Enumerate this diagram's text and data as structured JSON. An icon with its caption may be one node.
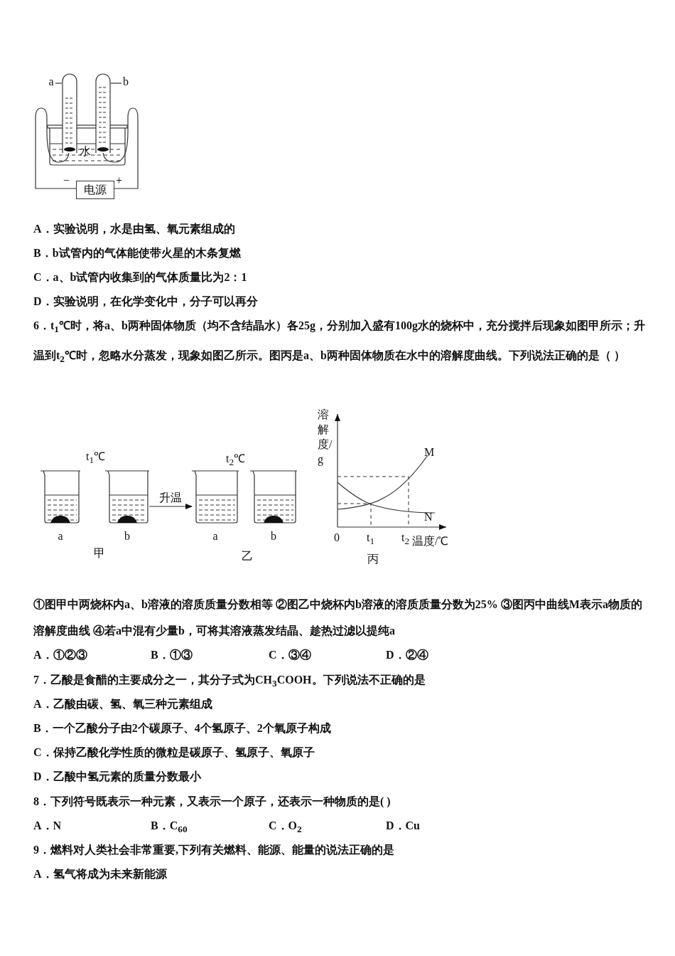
{
  "diagram": {
    "nodes": [
      {
        "text": [
          "a"
        ]
      },
      {
        "text": [],
        "shape": "cylinder"
      },
      {
        "text": [
          "b"
        ]
      },
      {
        "text": [],
        "shape": "cylinder"
      },
      {
        "text": [
          "电源"
        ]
      },
      {
        "text": [
          "a"
        ]
      },
      {
        "text": [
          "b"
        ]
      },
      {
        "text": [
          "a"
        ]
      },
      {
        "text": [
          "b"
        ]
      }
    ],
    "edges": [
      {
        "from": 0,
        "to": 1,
        "arrow": "none"
      },
      {
        "from": 3,
        "to": 2,
        "arrow": "none"
      },
      {
        "from": 6,
        "to": 7,
        "arrow": "to",
        "label": "升温"
      }
    ],
    "labels": [
      "水",
      "−",
      "+",
      "A．实验说明，水是由氢、氧元素组成的",
      "B．b试管内的气体能使带火星的木条复燃",
      "C．a、b试管内收集到的气体质量比为2：1",
      "D．实验说明，在化学变化中，分子可以再分",
      "6．t$_{1}$℃时，将a、b两种固体物质（均不含结晶水）各25g，分别加入盛有100g水的烧杯中，充分搅拌后现象如图甲所示；升温到t$_{2}$℃时，忽略水分蒸发，现象如图乙所示。图丙是a、b两种固体物质在水中的溶解度曲线。下列说法正确的是（ ）",
      "t$_{1}$℃",
      "t$_{2}$℃",
      "溶解度/g",
      "M",
      "N",
      "0",
      "t$_{1}$",
      "t$_{2}$",
      "温度/℃",
      "甲",
      "乙",
      "丙",
      "①图甲中两烧杯内a、b溶液的溶质质量分数相等 ②图乙中烧杯内b溶液的溶质质量分数为25% ③图丙中曲线M表示a物质的溶解度曲线 ④若a中混有少量b，可将其溶液蒸发结晶、趁热过滤以提纯a",
      "A．①②③",
      "B．①③",
      "C．③④",
      "D．②④",
      "7．乙酸是食醋的主要成分之一，其分子式为CH$_{3}$COOH。下列说法不正确的是",
      "A．乙酸由碳、氢、氧三种元素组成",
      "B．一个乙酸分子由2个碳原子、4个氢原子、2个氧原子构成",
      "C．保持乙酸化学性质的微粒是碳原子、氢原子、氧原子",
      "D．乙酸中氢元素的质量分数最小",
      "8．下列符号既表示一种元素，又表示一个原子，还表示一种物质的是( )",
      "A．N",
      "B．C$_{60}$",
      "C．O$_{2}$",
      "D．Cu",
      "9．燃料对人类社会非常重要,下列有关燃料、能源、能量的说法正确的是",
      "A．氢气将成为未来新能源"
    ]
  }
}
